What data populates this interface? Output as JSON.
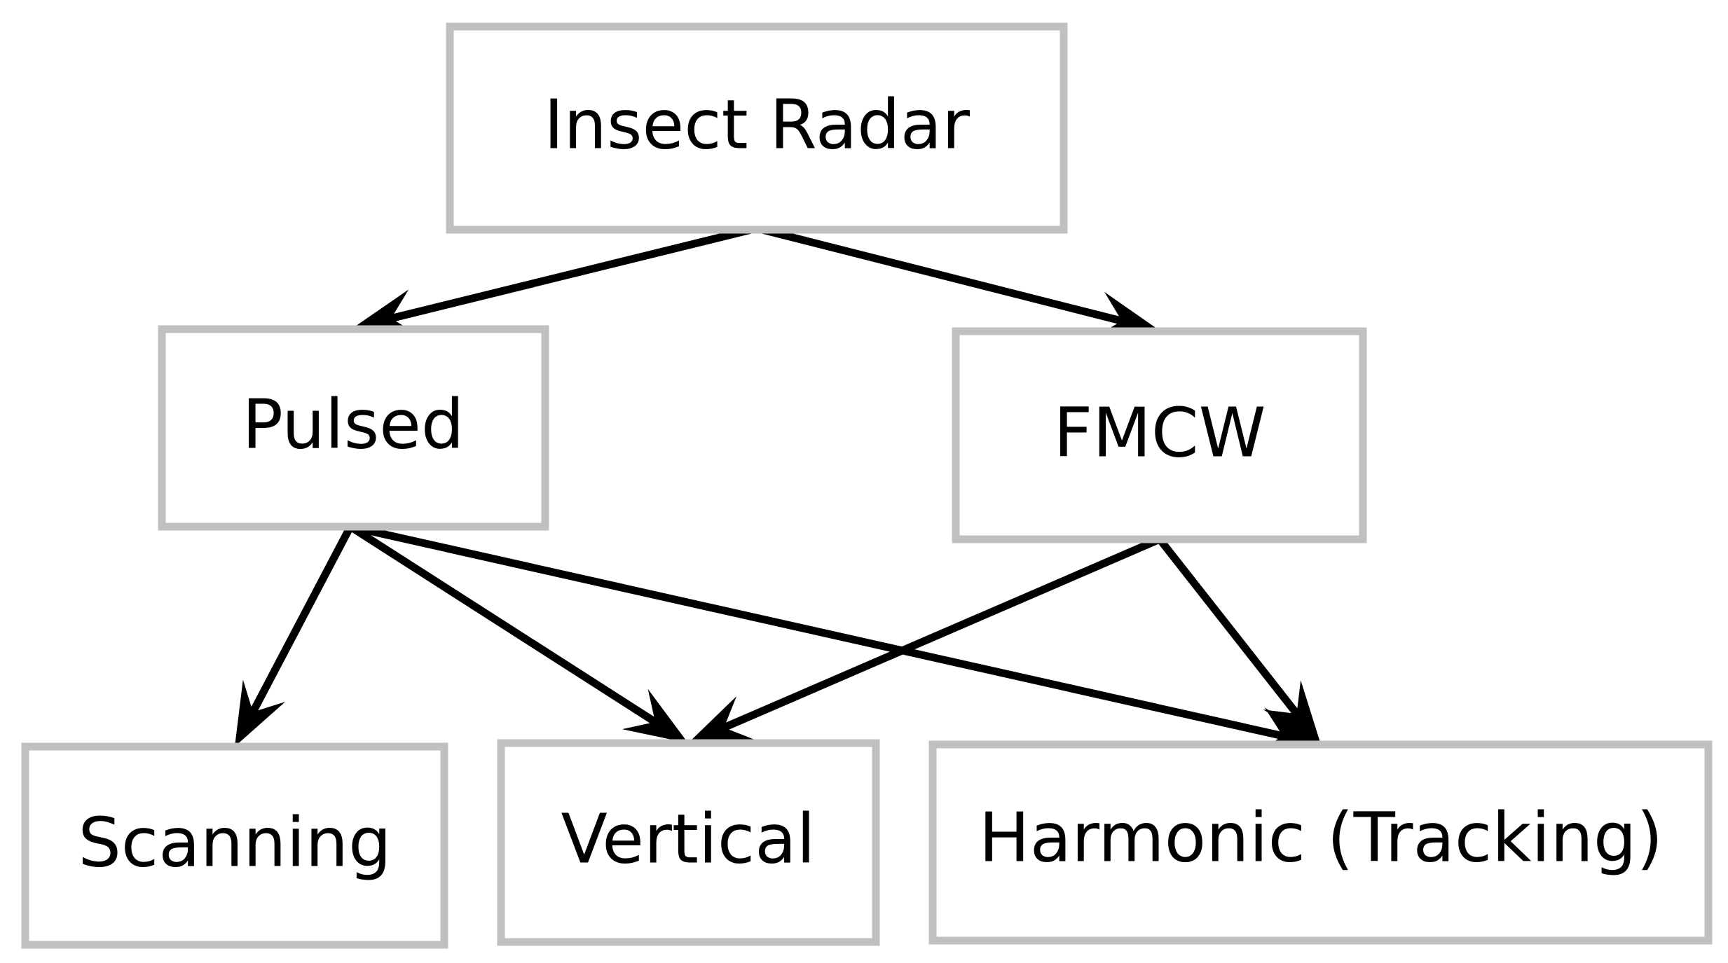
{
  "diagram": {
    "colors": {
      "box_border": "#c0c0c0",
      "arrow": "#000000",
      "text": "#000000",
      "background": "#ffffff"
    },
    "nodes": {
      "insect_radar": "Insect Radar",
      "pulsed": "Pulsed",
      "fmcw": "FMCW",
      "scanning": "Scanning",
      "vertical": "Vertical",
      "harmonic": "Harmonic (Tracking)"
    },
    "edges": [
      {
        "from": "insect_radar",
        "to": "pulsed"
      },
      {
        "from": "insect_radar",
        "to": "fmcw"
      },
      {
        "from": "pulsed",
        "to": "scanning"
      },
      {
        "from": "pulsed",
        "to": "vertical"
      },
      {
        "from": "pulsed",
        "to": "harmonic"
      },
      {
        "from": "fmcw",
        "to": "vertical"
      },
      {
        "from": "fmcw",
        "to": "harmonic"
      }
    ]
  }
}
